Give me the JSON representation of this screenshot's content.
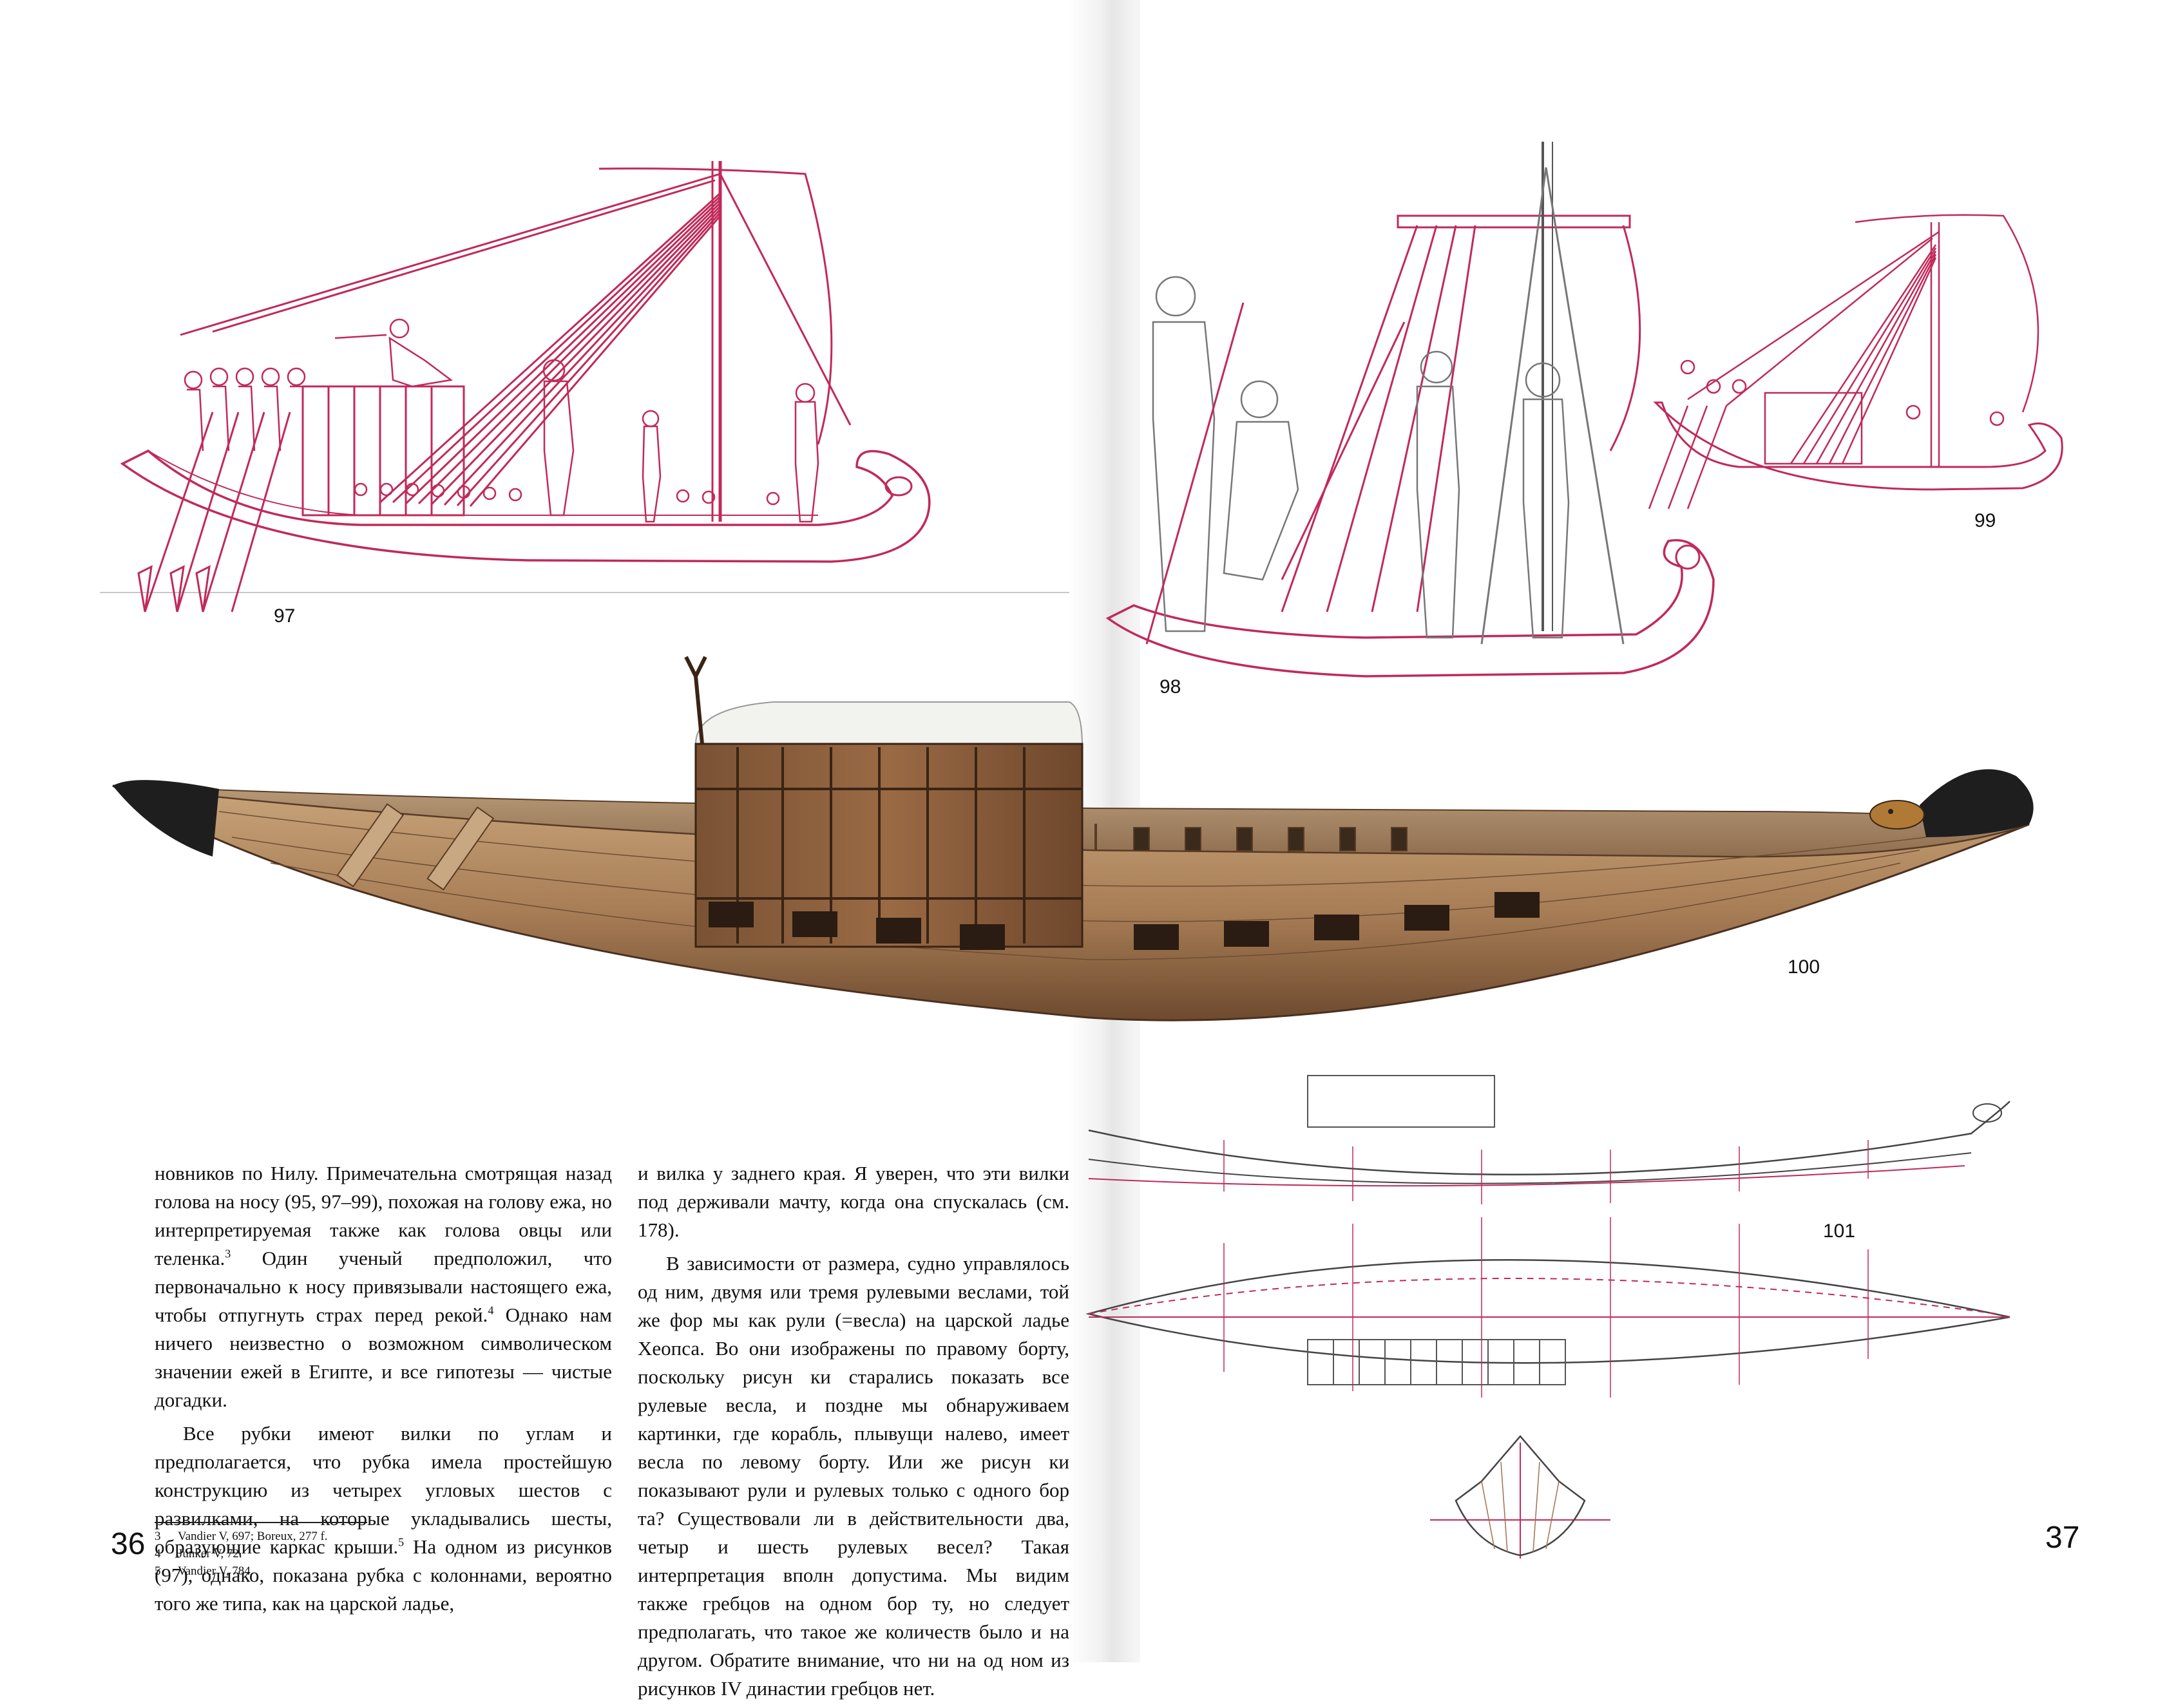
{
  "figures": {
    "fig97": "97",
    "fig98": "98",
    "fig99": "99",
    "fig100": "100",
    "fig101": "101"
  },
  "pages": {
    "left": "36",
    "right": "37"
  },
  "text": {
    "col1_p1": "новников по Нилу. Примечательна смотрящая назад голова на носу (95, 97–99), похожая на голову ежа, но интерпретируемая также как голова овцы или теленка.",
    "col1_p1_sup3": "3",
    "col1_p1_b": " Один ученый предположил, что первоначально к носу привязывали настоящего ежа, чтобы отпугнуть страх перед рекой.",
    "col1_p1_sup4": "4",
    "col1_p1_c": " Однако нам ничего неизвестно о возможном символическом значении ежей в Египте, и все гипотезы — чистые догадки.",
    "col1_p2": "Все рубки имеют вилки по углам и предполагается, что рубка имела простейшую конструкцию из четырех угловых шестов с развилками, на которые укладывались шесты, образующие каркас крыши.",
    "col1_p2_sup5": "5",
    "col1_p2_b": " На одном из рисунков (97), однако, показана рубка с колоннами, вероятно того же типа, как на царской ладье,",
    "col2_p1": "и вилка у заднего края. Я уверен, что эти вилки под держивали мачту, когда она спускалась (см. 178).",
    "col2_p2": "В зависимости от размера, судно управлялось од ним, двумя или тремя рулевыми веслами, той же фор мы как рули (=весла) на царской ладье Хеопса. Во они изображены по правому борту, поскольку рисун ки старались показать все рулевые весла, и поздне мы обнаруживаем картинки, где корабль, плывущи налево, имеет весла по левому борту. Или же рисун ки показывают рули и рулевых только с одного бор та? Существовали ли в действительности два, четыр и шесть рулевых весел? Такая интерпретация вполн допустима. Мы видим также гребцов на одном бор ту, но следует предполагать, что такое же количеств было и на другом. Обратите внимание, что ни на од ном из рисунков IV династии гребцов нет."
  },
  "footnotes": [
    {
      "n": "3",
      "t": "Vandier V, 697; Boreux, 277 f."
    },
    {
      "n": "4",
      "t": "Junker V, 72."
    },
    {
      "n": "5",
      "t": "Vandier V, 784."
    }
  ],
  "colors": {
    "drawing_line": "#c02a5a",
    "wood_light": "#b48a62",
    "wood_dark": "#6e4a2e",
    "cabin_roof": "#f2f2ef"
  }
}
